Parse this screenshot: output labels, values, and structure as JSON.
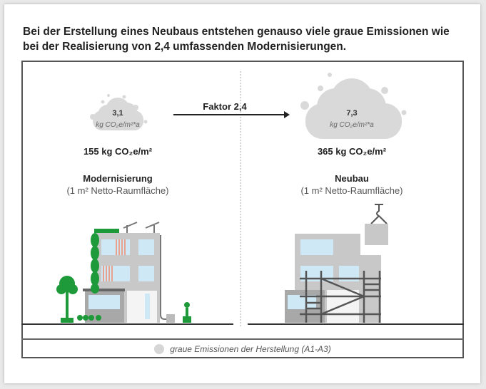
{
  "title": "Bei der Erstellung eines Neubaus entstehen genauso viele graue Emissionen wie bei der Realisierung von 2,4 umfassenden Modernisierungen.",
  "arrow_label": "Faktor 2,4",
  "left": {
    "cloud_value": "3,1",
    "cloud_unit": "kg CO₂e/m²*a",
    "total": "155 kg CO₂e/m²",
    "name": "Modernisierung",
    "note": "(1 m² Netto-Raumfläche)"
  },
  "right": {
    "cloud_value": "7,3",
    "cloud_unit": "kg CO₂e/m²*a",
    "total": "365 kg CO₂e/m²",
    "name": "Neubau",
    "note": "(1 m² Netto-Raumfläche)"
  },
  "legend": "graue Emissionen der Herstellung (A1-A3)",
  "colors": {
    "cloud": "#d9d9d9",
    "green": "#1e9a3a",
    "building": "#c8c8c8",
    "window": "#cfe8f5",
    "scaffold": "#555555"
  }
}
